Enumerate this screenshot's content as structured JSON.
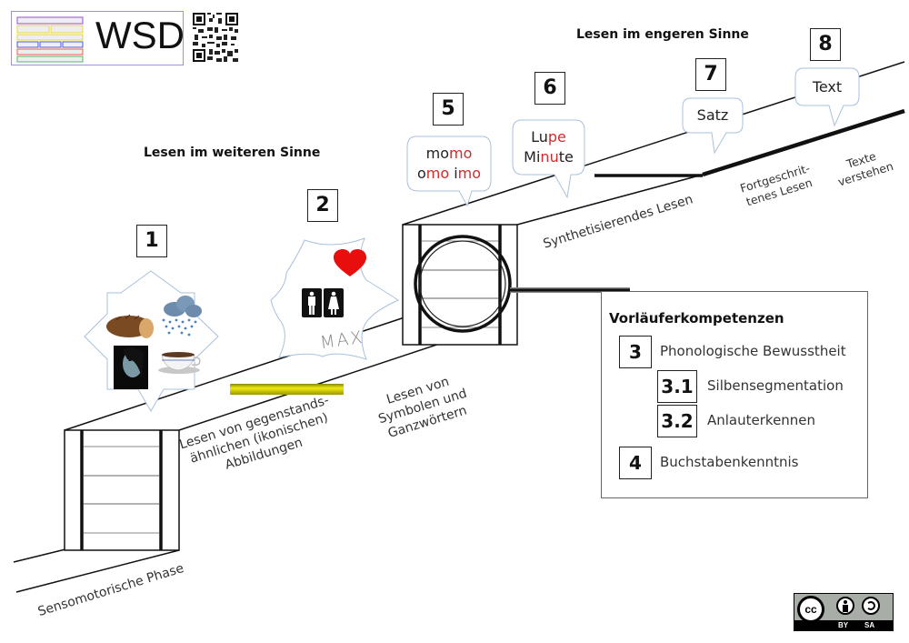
{
  "logo": {
    "text": "WSD",
    "qr_icon": "qr-code-icon"
  },
  "headings": {
    "wider": "Lesen im weiteren Sinne",
    "narrower": "Lesen im engeren Sinne"
  },
  "steps": [
    {
      "number": "1",
      "icons": [
        "bread-icon",
        "rain-cloud-icon",
        "face-portrait-icon",
        "coffee-cup-icon"
      ]
    },
    {
      "number": "2",
      "icons": [
        "heart-icon",
        "restroom-sign-icon"
      ],
      "handwriting": "MAX"
    },
    {
      "number": "5",
      "line1": {
        "plain": "mo",
        "red": "mo"
      },
      "line2": {
        "a_plain": "o",
        "a_red": "mo",
        "b_plain": " i",
        "b_red": "mo"
      }
    },
    {
      "number": "6",
      "line1": {
        "plain": "Lu",
        "red": "pe"
      },
      "line2": {
        "plain1": "Mi",
        "red": "nu",
        "plain2": "te"
      }
    },
    {
      "number": "7",
      "text": "Satz"
    },
    {
      "number": "8",
      "text": "Text"
    }
  ],
  "stage_labels": {
    "sensomotor": "Sensomotorische Phase",
    "iconic": [
      "Lesen von gegenstands-",
      "ähnlichen (ikonischen)",
      "Abbildungen"
    ],
    "symbols": [
      "Lesen von",
      "Symbolen und",
      "Ganzwörtern"
    ],
    "synthetic": "Synthetisierendes Lesen",
    "advanced": [
      "Fortgeschrit-",
      "tenes Lesen"
    ],
    "comprehension": [
      "Texte",
      "verstehen"
    ]
  },
  "precursors": {
    "title": "Vorläuferkompetenzen",
    "items": [
      {
        "number": "3",
        "label": "Phonologische Bewusstheit"
      },
      {
        "number": "3.1",
        "label": "Silbensegmentation"
      },
      {
        "number": "3.2",
        "label": "Anlauterkennen"
      },
      {
        "number": "4",
        "label": "Buchstabenkenntnis"
      }
    ]
  },
  "license": {
    "cc": "cc",
    "by": "BY",
    "sa": "SA"
  },
  "colors": {
    "accent_red": "#d42a2a",
    "bubble_border": "#a9c0dc",
    "yellow_bar": "#c9c400",
    "logo_border": "#9b94d8"
  }
}
